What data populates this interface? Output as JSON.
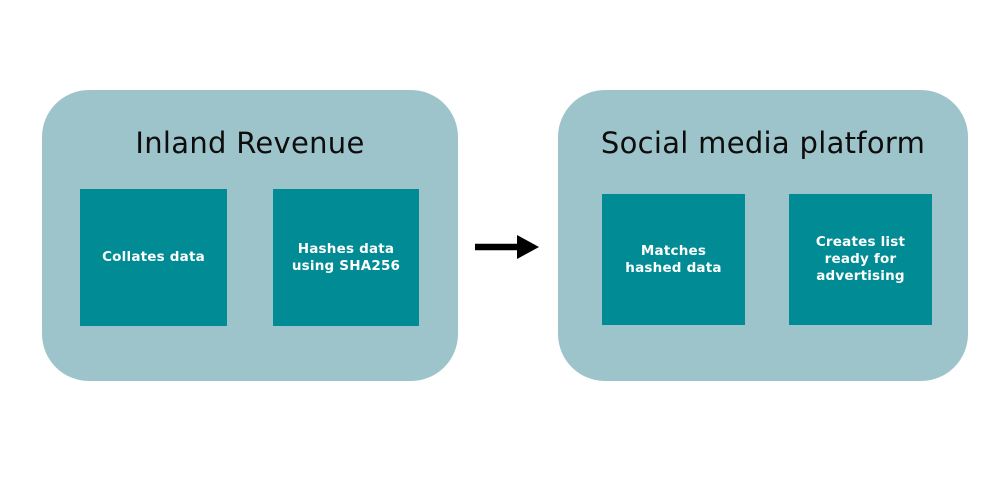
{
  "diagram": {
    "groups": [
      {
        "title": "Inland Revenue",
        "boxes": [
          "Collates data",
          "Hashes data\nusing SHA256"
        ]
      },
      {
        "title": "Social media platform",
        "boxes": [
          "Matches\nhashed data",
          "Creates list\nready for\nadvertising"
        ]
      }
    ],
    "arrow": {
      "direction": "right"
    }
  },
  "colors": {
    "page-bg": "#ffffff",
    "group-bg": "#9dc4ca",
    "box-bg": "#008b95",
    "box-text": "#ffffff",
    "title-text": "#0d0d0d",
    "arrow": "#000000"
  }
}
